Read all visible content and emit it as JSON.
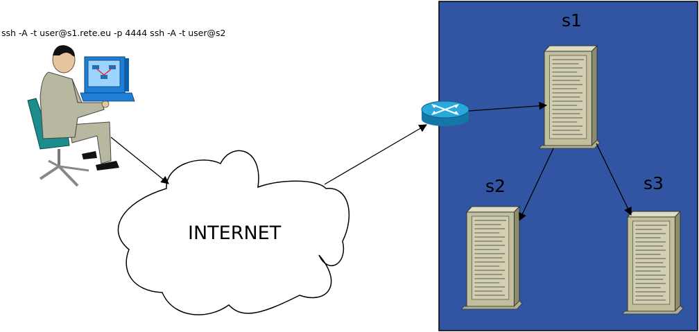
{
  "command_text": "ssh -A -t user@s1.rete.eu -p 4444 ssh -A -t user@s2",
  "cloud_label": "INTERNET",
  "servers": [
    {
      "id": "s1",
      "label": "s1"
    },
    {
      "id": "s2",
      "label": "s2"
    },
    {
      "id": "s3",
      "label": "s3"
    }
  ],
  "colors": {
    "network_zone": "#3155a3",
    "server_face": "#c2c09c",
    "server_side": "#8e8c6e",
    "router": "#1a96c8",
    "user_suit": "#b8b7a0",
    "chair": "#1c8c8c",
    "monitor": "#1e7fd6"
  },
  "icons": [
    "user-at-computer-icon",
    "cloud-icon",
    "router-icon",
    "server-icon"
  ]
}
